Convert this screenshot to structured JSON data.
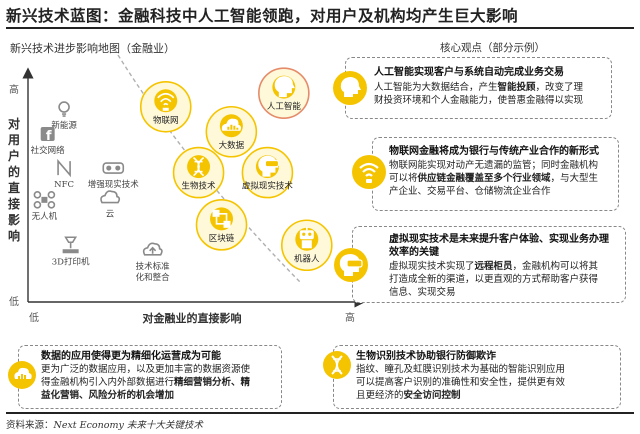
{
  "page": {
    "title": "新兴技术蓝图：金融科技中人工智能领跑，对用户及机构均产生巨大影响",
    "chart_title": "新兴技术进步影响地图（金融业）",
    "panel_title": "核心观点（部分示例）",
    "source_label": "资料来源：",
    "source_text": "Next Economy 未来十大关键技术"
  },
  "chart_data": {
    "type": "scatter",
    "title": "新兴技术进步影响地图（金融业）",
    "xlabel": "对金融业的直接影响",
    "ylabel": "对用户的直接影响",
    "x_ticks": [
      "低",
      "高"
    ],
    "y_ticks": [
      "高",
      "低"
    ],
    "xlim": [
      0,
      10
    ],
    "ylim": [
      0,
      10
    ],
    "grid": false,
    "points": [
      {
        "label": "新能源",
        "x": 1.1,
        "y": 8.5,
        "group": "low",
        "icon": "leaf-bulb-icon"
      },
      {
        "label": "社交网络",
        "x": 0.6,
        "y": 7.4,
        "group": "low",
        "icon": "facebook-icon"
      },
      {
        "label": "NFC",
        "x": 1.1,
        "y": 5.9,
        "group": "low",
        "icon": "nfc-icon"
      },
      {
        "label": "增强现实技术",
        "x": 2.6,
        "y": 5.9,
        "group": "low",
        "icon": "vr-glasses-icon"
      },
      {
        "label": "无人机",
        "x": 0.5,
        "y": 4.5,
        "group": "low",
        "icon": "drone-icon"
      },
      {
        "label": "云",
        "x": 2.5,
        "y": 4.6,
        "group": "low",
        "icon": "cloud-icon"
      },
      {
        "label": "3D打印机",
        "x": 1.3,
        "y": 2.5,
        "group": "low",
        "icon": "printer-3d-icon"
      },
      {
        "label": "技术标准化和整合",
        "x": 3.8,
        "y": 2.3,
        "group": "low",
        "icon": "cloud-upload-icon"
      },
      {
        "label": "物联网",
        "x": 4.2,
        "y": 8.6,
        "group": "high",
        "icon": "wifi-bulb-icon"
      },
      {
        "label": "人工智能",
        "x": 7.8,
        "y": 9.2,
        "group": "top",
        "icon": "ai-head-icon"
      },
      {
        "label": "大数据",
        "x": 6.2,
        "y": 7.5,
        "group": "high",
        "icon": "big-data-icon"
      },
      {
        "label": "生物技术",
        "x": 5.2,
        "y": 5.7,
        "group": "high",
        "icon": "dna-icon"
      },
      {
        "label": "虚拟现实技术",
        "x": 7.3,
        "y": 5.7,
        "group": "high",
        "icon": "vr-head-icon"
      },
      {
        "label": "区块链",
        "x": 5.9,
        "y": 3.4,
        "group": "high",
        "icon": "blockchain-icon"
      },
      {
        "label": "机器人",
        "x": 8.5,
        "y": 2.5,
        "group": "high",
        "icon": "robot-icon"
      }
    ]
  },
  "colors": {
    "accent_yellow": "#F5C400",
    "circle_fill": "#FFF9D9",
    "ai_circle": "#E58B6A",
    "divider": "#B0B0B0"
  },
  "cards": {
    "ai": {
      "title": "人工智能实现客户与系统自动完成业务交易",
      "lines": [
        [
          "人工智能为大数据结合，产生",
          "智能投顾",
          "，改变了理"
        ],
        [
          "财投资环境和个人金融能力，使普惠金融得以实现",
          "",
          ""
        ]
      ]
    },
    "iot": {
      "title": "物联网金融将成为银行与传统产业合作的新形式",
      "lines": [
        [
          "物联网能实现对动产无遗漏的监管；同时金融机构",
          "",
          ""
        ],
        [
          "可以将",
          "供应链金融覆盖至多个行业领域",
          "，与大型生"
        ],
        [
          "产企业、交易平台、仓储物流企业合作",
          "",
          ""
        ]
      ]
    },
    "vr": {
      "title_lines": [
        "虚拟现实技术是未来提升客户体验、实现业务办理",
        "效率的关键"
      ],
      "lines": [
        [
          "虚拟现实技术实现了",
          "远程柜员",
          "，金融机构可以将其"
        ],
        [
          "打造成全新的渠道，以更直观的方式帮助客户获得",
          "",
          ""
        ],
        [
          "信息、实现交易",
          "",
          ""
        ]
      ]
    },
    "data": {
      "title": "数据的应用使得更为精细化运营成为可能",
      "lines": [
        [
          "更为广泛的数据应用，以及更加丰富的数据资源使",
          "",
          ""
        ],
        [
          "得金融机构引入内外部数据进行",
          "精细营销分析、精",
          ""
        ],
        [
          "益化营销、风险分析的机会增加",
          "",
          ""
        ]
      ]
    },
    "bio": {
      "title": "生物识别技术协助银行防御欺诈",
      "lines": [
        [
          "指纹、瞳孔及虹膜识别技术为基础的智能识别应用",
          "",
          ""
        ],
        [
          "可以提高客户识别的准确性和安全性，提供更有效",
          "",
          ""
        ],
        [
          "且更经济的",
          "安全访问控制",
          ""
        ]
      ]
    }
  }
}
